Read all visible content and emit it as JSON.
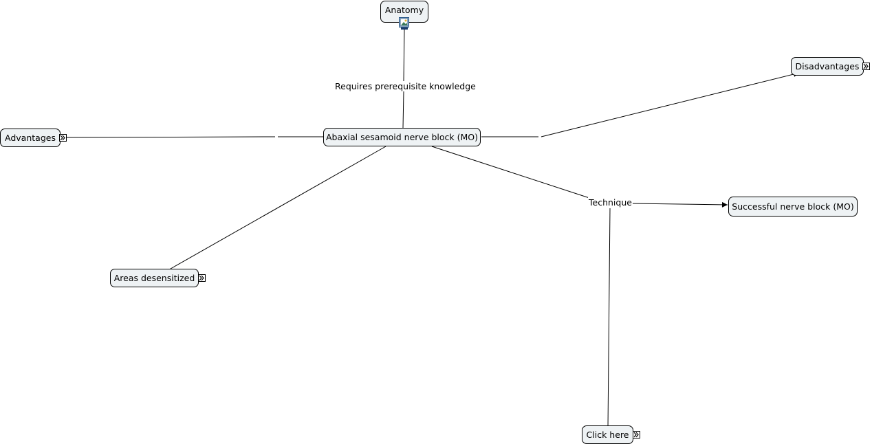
{
  "concept_map": {
    "concepts": {
      "anatomy": "Anatomy",
      "main": "Abaxial sesamoid nerve block (MO)",
      "advantages": "Advantages",
      "disadvantages": "Disadvantages",
      "areas": "Areas desensitized",
      "successful": "Successful nerve block (MO)",
      "click_here": "Click here"
    },
    "linking_phrases": {
      "prerequisite": "Requires prerequisite knowledge",
      "technique": "Technique"
    },
    "resource_icons": {
      "anatomy": "image-icon",
      "advantages": "concept-map-link-icon",
      "disadvantages": "concept-map-link-icon",
      "areas": "concept-map-link-icon",
      "click_here": "concept-map-link-icon"
    },
    "colors": {
      "node_fill": "#eef2f4",
      "node_border": "#000000",
      "line": "#000000",
      "image_icon": "#2a5a8a"
    }
  }
}
